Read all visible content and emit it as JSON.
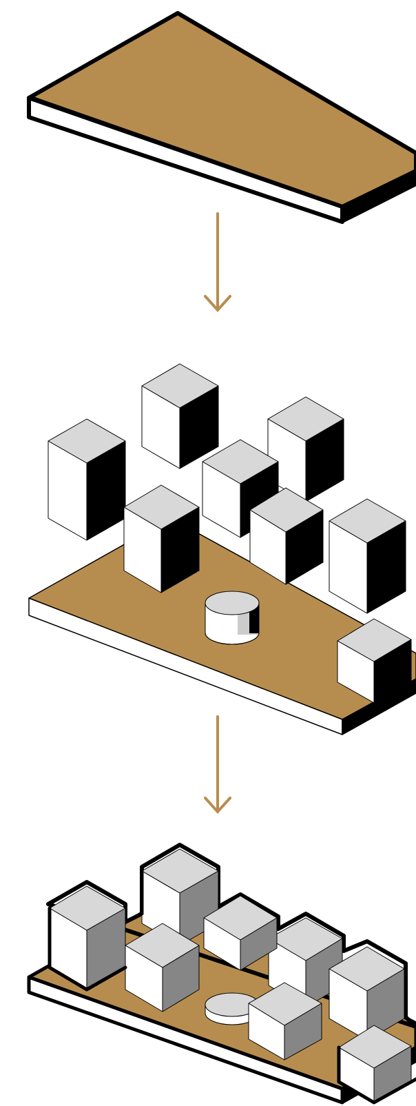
{
  "diagram": {
    "stages": [
      "slab",
      "blocks-on-slab",
      "massing-outline"
    ],
    "arrows": 2
  },
  "colors": {
    "slab_top": "#b78d4f",
    "slab_edge": "#ffffff",
    "shadow_side": "#000000",
    "box_top": "#d8d8d8",
    "box_light": "#ffffff",
    "box_grey_side": "#868686",
    "arrow": "#b78d4f",
    "ink": "#000000"
  }
}
